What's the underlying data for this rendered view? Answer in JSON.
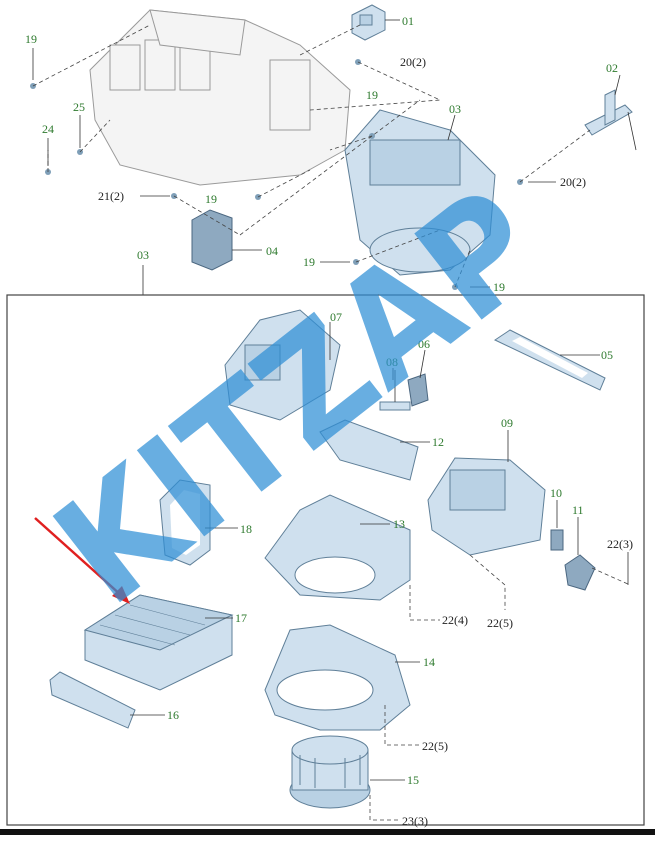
{
  "labels": {
    "p01": "01",
    "p02": "02",
    "p03_top": "03",
    "p03_box": "03",
    "p04": "04",
    "p05": "05",
    "p06": "06",
    "p07": "07",
    "p08": "08",
    "p09": "09",
    "p10": "10",
    "p11": "11",
    "p12": "12",
    "p13": "13",
    "p14": "14",
    "p15": "15",
    "p16": "16",
    "p17": "17",
    "p18": "18",
    "p19_a": "19",
    "p19_b": "19",
    "p19_c": "19",
    "p19_d": "19",
    "p19_e": "19",
    "p20_a": "20(2)",
    "p20_b": "20(2)",
    "p21": "21(2)",
    "p22_3": "22(3)",
    "p22_4": "22(4)",
    "p22_5a": "22(5)",
    "p22_5b": "22(5)",
    "p23": "23(3)",
    "p24": "24",
    "p25": "25"
  },
  "watermark": {
    "text": "KITZAP",
    "color": "#2f8fd6"
  },
  "colors": {
    "arrow": "#e02020",
    "part_blue": "#cfe0ee",
    "label_green": "#2e7a2e"
  }
}
